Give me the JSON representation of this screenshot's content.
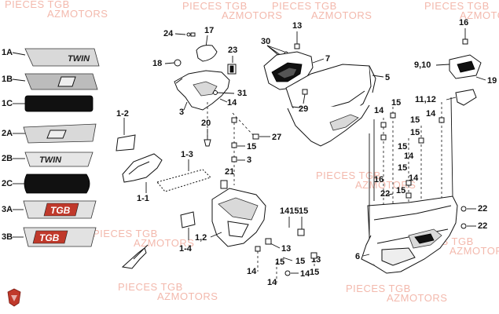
{
  "watermarks": [
    "PIECES TGB",
    "AZMOTORS"
  ],
  "decals": [
    {
      "ref": "1A",
      "text": "TWIN"
    },
    {
      "ref": "1B",
      "text": ""
    },
    {
      "ref": "1C",
      "text": ""
    },
    {
      "ref": "2A",
      "text": ""
    },
    {
      "ref": "2B",
      "text": "TWIN"
    },
    {
      "ref": "2C",
      "text": ""
    },
    {
      "ref": "3A",
      "text": "TGB"
    },
    {
      "ref": "3B",
      "text": "TGB"
    }
  ],
  "callouts": [
    "24",
    "17",
    "18",
    "23",
    "3",
    "31",
    "14",
    "20",
    "27",
    "15",
    "1-2",
    "1-3",
    "1-1",
    "21",
    "14",
    "1-4",
    "1,2",
    "13",
    "15",
    "14",
    "15",
    "14",
    "15",
    "14",
    "30",
    "13",
    "7",
    "5",
    "29",
    "16",
    "9,10",
    "19",
    "11,12",
    "14",
    "15",
    "15",
    "14",
    "15",
    "14",
    "15",
    "14",
    "16",
    "15",
    "22",
    "22",
    "6",
    "1415",
    "15",
    "14",
    "15",
    "14",
    "13"
  ],
  "brand_logo": "azmotors-logo"
}
